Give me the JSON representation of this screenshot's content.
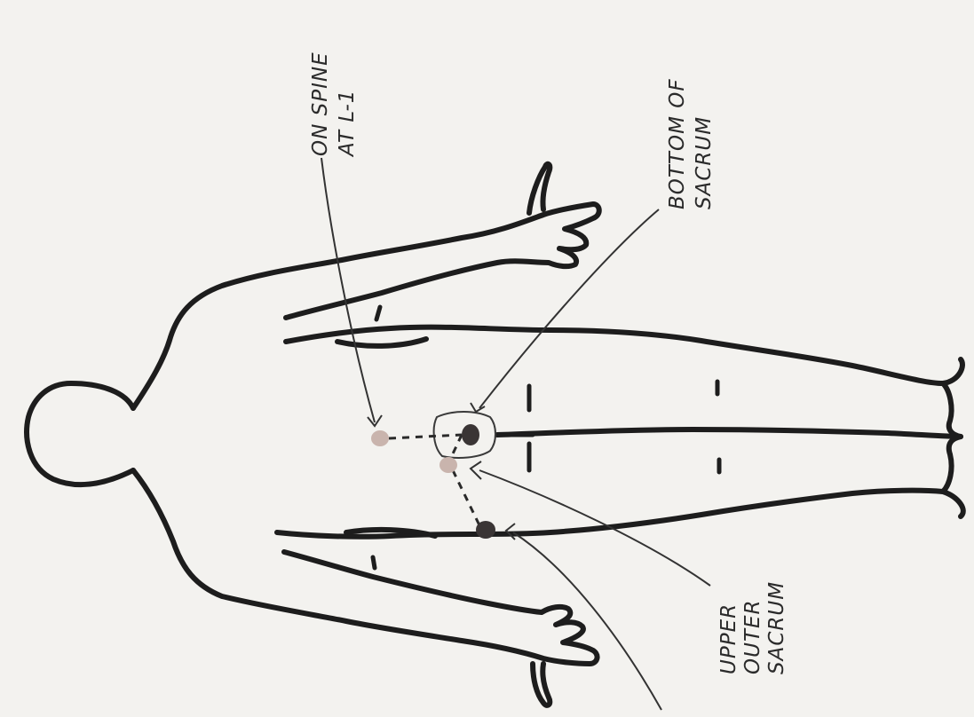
{
  "labels": {
    "spine": [
      "ON SPINE",
      "AT L-1"
    ],
    "bottom_sacrum": [
      "BOTTOM OF",
      "SACRUM"
    ],
    "upper_outer_sacrum": [
      "UPPER",
      "OUTER",
      "SACRUM"
    ]
  },
  "colors": {
    "outline": "#1d1d1d",
    "point_dark": "#3a3535",
    "point_light": "#c9b4ad",
    "paper": "#f3f2ef"
  }
}
